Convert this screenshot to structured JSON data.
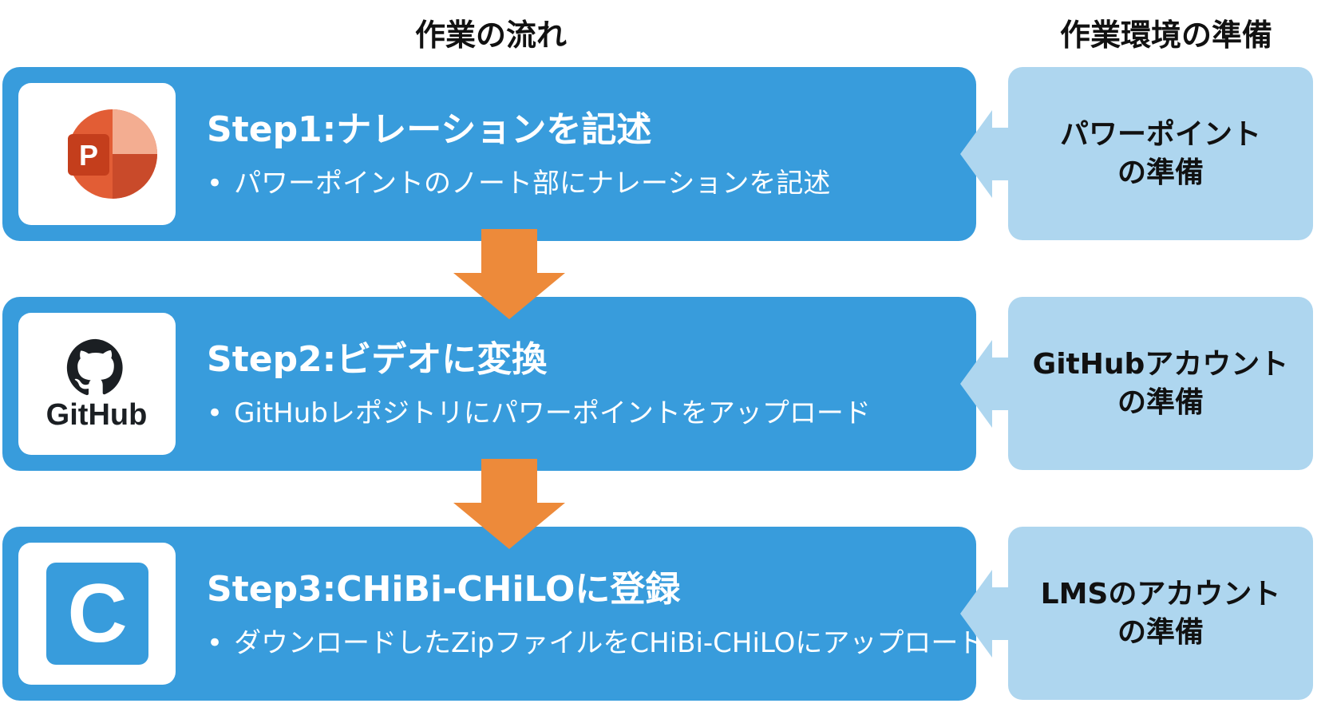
{
  "headings": {
    "workflow": "作業の流れ",
    "environment": "作業環境の準備"
  },
  "steps": [
    {
      "title": "Step1:ナレーションを記述",
      "bullet": "•",
      "description": "パワーポイントのノート部にナレーションを記述",
      "icon": "powerpoint-icon",
      "icon_letter": "P"
    },
    {
      "title": "Step2:ビデオに変換",
      "bullet": "•",
      "description": "GitHubレポジトリにパワーポイントをアップロード",
      "icon": "github-icon",
      "icon_label": "GitHub"
    },
    {
      "title": "Step3:CHiBi-CHiLOに登録",
      "bullet": "•",
      "description": "ダウンロードしたZipファイルをCHiBi-CHiLOにアップロード",
      "icon": "chibi-chilo-icon",
      "icon_letter": "C"
    }
  ],
  "preparations": [
    {
      "line1": "パワーポイント",
      "line2": "の準備"
    },
    {
      "line1": "GitHubアカウント",
      "line2": "の準備"
    },
    {
      "line1": "LMSのアカウント",
      "line2": "の準備"
    }
  ],
  "colors": {
    "step_fill": "#389cdc",
    "prep_fill": "#aed6ef",
    "arrow": "#ed8a3a",
    "text_on_step": "#ffffff"
  }
}
